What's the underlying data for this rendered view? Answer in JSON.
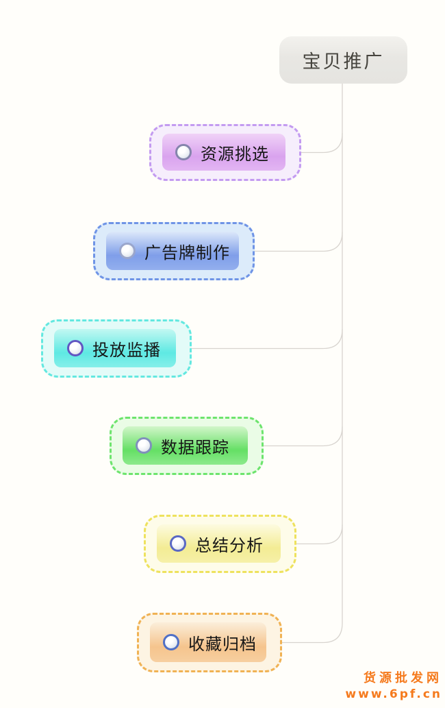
{
  "root": {
    "label": "宝贝推广",
    "bg": "#e8e7e3",
    "text_color": "#46443e"
  },
  "nodes": [
    {
      "label": "资源挑选",
      "dash_color": "#c39bf0",
      "box_fill": "#f6eefc",
      "gradient_top": "#f0d2f7",
      "gradient_mid": "#d9a3ee",
      "gradient_bottom": "#e3b6f3",
      "ring_color": "#8585ac",
      "icon": "circle-marker"
    },
    {
      "label": "广告牌制作",
      "dash_color": "#6f94e6",
      "box_fill": "#dcebfa",
      "gradient_top": "#dce8fa",
      "gradient_mid": "#7f9ee9",
      "gradient_bottom": "#93afee",
      "ring_color": "#9aa6cc",
      "icon": "circle-marker"
    },
    {
      "label": "投放监播",
      "dash_color": "#63e8e0",
      "box_fill": "#e3fbf8",
      "gradient_top": "#c2f8f2",
      "gradient_mid": "#5ee9e3",
      "gradient_bottom": "#85efe9",
      "ring_color": "#6156c2",
      "icon": "circle-marker"
    },
    {
      "label": "数据跟踪",
      "dash_color": "#6de46d",
      "box_fill": "#eafce6",
      "gradient_top": "#d2f6ca",
      "gradient_mid": "#65df65",
      "gradient_bottom": "#8cea8c",
      "ring_color": "#8090bc",
      "icon": "circle-marker"
    },
    {
      "label": "总结分析",
      "dash_color": "#eee25e",
      "box_fill": "#fefce9",
      "gradient_top": "#fdfbe0",
      "gradient_mid": "#f3ec94",
      "gradient_bottom": "#f6f0a8",
      "ring_color": "#5a68c4",
      "icon": "circle-marker"
    },
    {
      "label": "收藏归档",
      "dash_color": "#f0b254",
      "box_fill": "#fdf4e3",
      "gradient_top": "#fbeeda",
      "gradient_mid": "#f5c48d",
      "gradient_bottom": "#f7cfa0",
      "ring_color": "#5070c6",
      "icon": "circle-marker"
    }
  ],
  "connectors": {
    "color": "#d8d4cf"
  },
  "watermark": {
    "line1": "货源批发网",
    "line2": "www.6pf.cn",
    "color": "#f57a1d"
  }
}
